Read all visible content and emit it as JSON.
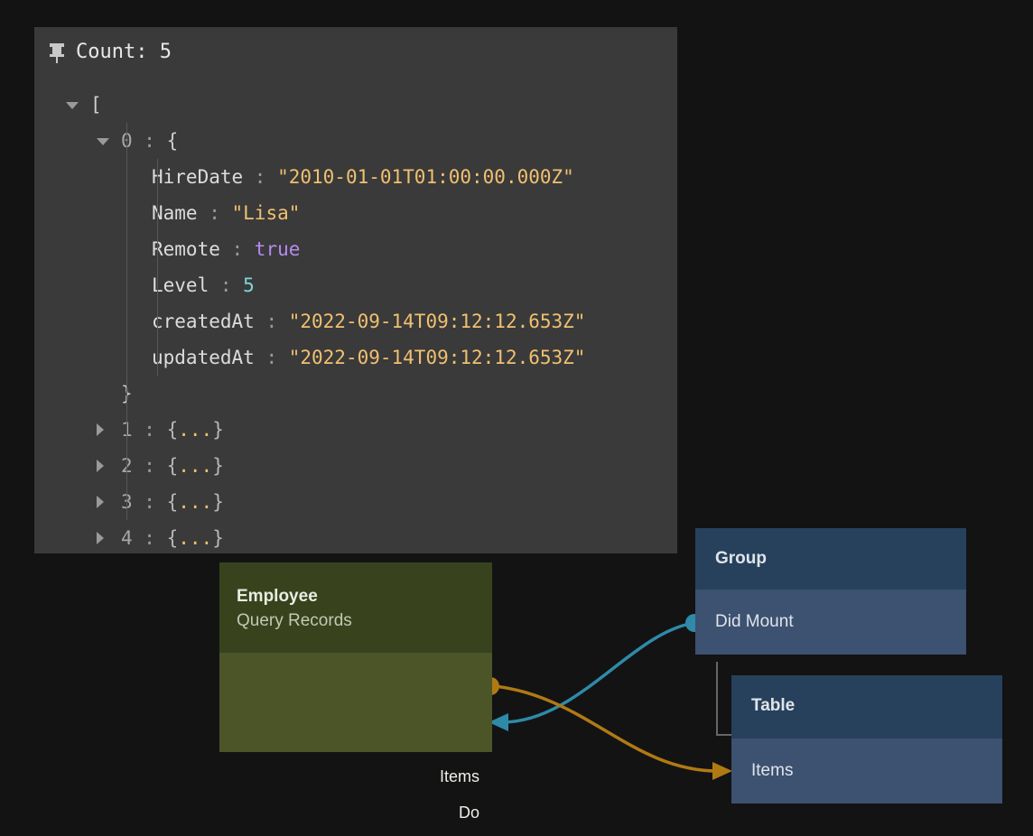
{
  "inspector": {
    "pin_icon": "pin-icon",
    "count_label": "Count: 5",
    "tree": [
      {
        "indent": 0,
        "twisty": "open",
        "text": "["
      },
      {
        "indent": 1,
        "twisty": "open",
        "index": "0",
        "colon": ":",
        "text": "{"
      },
      {
        "indent": 2,
        "twisty": "none",
        "key": "HireDate",
        "colon": ":",
        "value": "\"2010-01-01T01:00:00.000Z\"",
        "value_type": "string"
      },
      {
        "indent": 2,
        "twisty": "none",
        "key": "Name",
        "colon": ":",
        "value": "\"Lisa\"",
        "value_type": "string"
      },
      {
        "indent": 2,
        "twisty": "none",
        "key": "Remote",
        "colon": ":",
        "value": "true",
        "value_type": "boolean"
      },
      {
        "indent": 2,
        "twisty": "none",
        "key": "Level",
        "colon": ":",
        "value": "5",
        "value_type": "number"
      },
      {
        "indent": 2,
        "twisty": "none",
        "key": "createdAt",
        "colon": ":",
        "value": "\"2022-09-14T09:12:12.653Z\"",
        "value_type": "string"
      },
      {
        "indent": 2,
        "twisty": "none",
        "key": "updatedAt",
        "colon": ":",
        "value": "\"2022-09-14T09:12:12.653Z\"",
        "value_type": "string"
      },
      {
        "indent": 1,
        "twisty": "none",
        "text": "}"
      },
      {
        "indent": 1,
        "twisty": "closed",
        "index": "1",
        "colon": ":",
        "text": "{...}"
      },
      {
        "indent": 1,
        "twisty": "closed",
        "index": "2",
        "colon": ":",
        "text": "{...}"
      },
      {
        "indent": 1,
        "twisty": "closed",
        "index": "3",
        "colon": ":",
        "text": "{...}"
      },
      {
        "indent": 1,
        "twisty": "closed",
        "index": "4",
        "colon": ":",
        "text": "{...}"
      },
      {
        "indent": 0,
        "twisty": "none",
        "text": "]"
      }
    ]
  },
  "graph": {
    "nodes": {
      "employee": {
        "title": "Employee",
        "subtitle": "Query Records",
        "ports": {
          "items": "Items",
          "do": "Do"
        }
      },
      "group": {
        "title": "Group",
        "rows": [
          "Did Mount"
        ]
      },
      "table": {
        "title": "Table",
        "rows": [
          "Items"
        ]
      }
    },
    "edges": [
      {
        "name": "did-mount-to-do",
        "from": "group.did-mount",
        "to": "employee.do",
        "color": "#2f8aa8"
      },
      {
        "name": "items-to-items",
        "from": "employee.items",
        "to": "table.items",
        "color": "#b07a13"
      }
    ]
  },
  "colors": {
    "background": "#131314",
    "panel": "#3a3a3a",
    "olive_header": "#38431d",
    "olive_body": "#4c5527",
    "blue_header": "#27415c",
    "blue_row": "#3d5170",
    "edge_teal": "#2f8aa8",
    "edge_orange": "#b07a13",
    "string_value": "#f0c070",
    "boolean_value": "#b78bf0",
    "number_value": "#7fd4d8"
  }
}
